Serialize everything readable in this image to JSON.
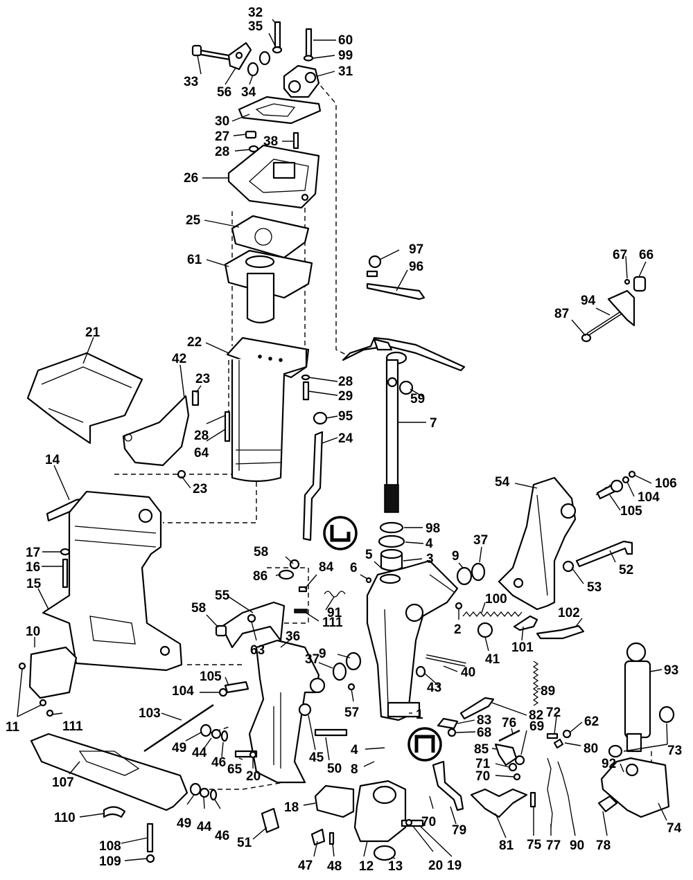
{
  "diagram": {
    "callouts": [
      "32",
      "35",
      "60",
      "99",
      "31",
      "33",
      "56",
      "34",
      "30",
      "27",
      "38",
      "28",
      "26",
      "25",
      "97",
      "96",
      "61",
      "67",
      "66",
      "94",
      "87",
      "21",
      "42",
      "22",
      "23",
      "28b",
      "29",
      "59",
      "7",
      "95",
      "24",
      "28c",
      "64",
      "23b",
      "14",
      "54",
      "106",
      "104",
      "105",
      "98",
      "4",
      "37",
      "9",
      "5",
      "3",
      "6",
      "52",
      "17",
      "16",
      "15",
      "58",
      "86",
      "84",
      "55",
      "91",
      "111",
      "53",
      "58b",
      "63",
      "100",
      "2",
      "102",
      "41",
      "101",
      "36",
      "10",
      "9b",
      "37b",
      "40",
      "43",
      "105b",
      "89",
      "82",
      "104b",
      "103",
      "57",
      "1",
      "93",
      "11",
      "111b",
      "49",
      "44",
      "46",
      "83",
      "68",
      "76",
      "72",
      "62",
      "69",
      "50",
      "45",
      "85",
      "80",
      "4b",
      "73",
      "65",
      "20",
      "71",
      "70",
      "92",
      "107",
      "8",
      "110",
      "49b",
      "44b",
      "46b",
      "18",
      "70b",
      "75",
      "77",
      "90",
      "79",
      "81",
      "74",
      "108",
      "51",
      "12",
      "20b",
      "19",
      "78",
      "109",
      "47",
      "48",
      "13"
    ]
  }
}
